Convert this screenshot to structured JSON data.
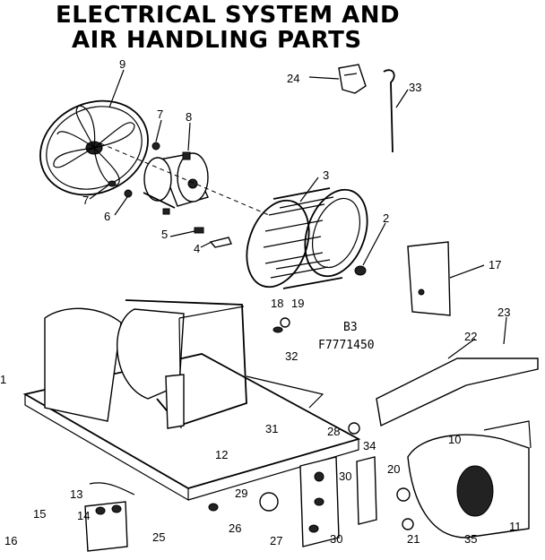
{
  "title": {
    "line1": "ELECTRICAL SYSTEM AND",
    "line2": "AIR HANDLING PARTS"
  },
  "model": {
    "code1": "B3",
    "code2": "F7771450"
  },
  "callouts": [
    "1",
    "2",
    "3",
    "4",
    "5",
    "6",
    "7",
    "8",
    "9",
    "10",
    "11",
    "12",
    "13",
    "14",
    "15",
    "16",
    "17",
    "18",
    "19",
    "20",
    "21",
    "22",
    "23",
    "24",
    "25",
    "26",
    "27",
    "28",
    "29",
    "30",
    "31",
    "32",
    "33",
    "34",
    "35"
  ]
}
